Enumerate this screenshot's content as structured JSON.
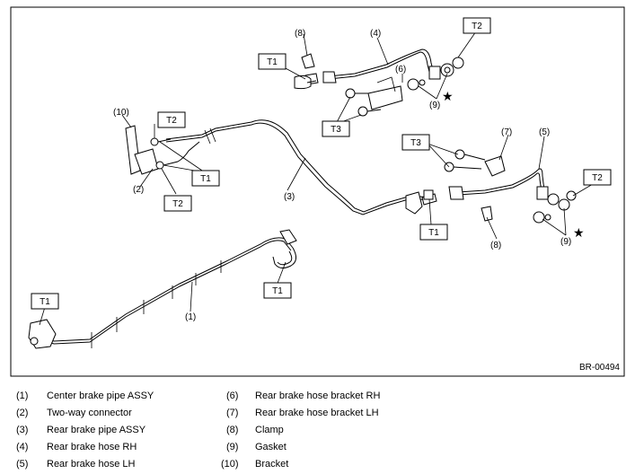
{
  "figure_code": "BR-00494",
  "torque_labels": {
    "t1": "T1",
    "t2": "T2",
    "t3": "T3"
  },
  "callouts": {
    "c1": "(1)",
    "c2": "(2)",
    "c3": "(3)",
    "c4": "(4)",
    "c5": "(5)",
    "c6": "(6)",
    "c7": "(7)",
    "c8": "(8)",
    "c9": "(9)",
    "c10": "(10)"
  },
  "star_symbol": "★",
  "legend": [
    {
      "num": "(1)",
      "text": "Center brake pipe ASSY"
    },
    {
      "num": "(2)",
      "text": "Two-way connector"
    },
    {
      "num": "(3)",
      "text": "Rear brake pipe ASSY"
    },
    {
      "num": "(4)",
      "text": "Rear brake hose RH"
    },
    {
      "num": "(5)",
      "text": "Rear brake hose LH"
    },
    {
      "num": "(6)",
      "text": "Rear brake hose bracket RH"
    },
    {
      "num": "(7)",
      "text": "Rear brake hose bracket LH"
    },
    {
      "num": "(8)",
      "text": "Clamp"
    },
    {
      "num": "(9)",
      "text": "Gasket"
    },
    {
      "num": "(10)",
      "text": "Bracket"
    }
  ]
}
